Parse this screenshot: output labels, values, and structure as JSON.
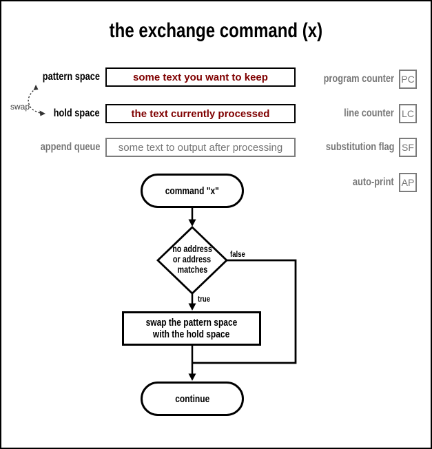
{
  "title": "the exchange command (x)",
  "colors": {
    "accent_red": "#7f0000",
    "gray": "#777777",
    "black": "#000000"
  },
  "registers": {
    "swap_label": "swap",
    "left": [
      {
        "label": "pattern space",
        "value": "some text you want to keep"
      },
      {
        "label": "hold space",
        "value": "the text currently processed"
      },
      {
        "label": "append queue",
        "value": "some text to output after processing"
      }
    ],
    "right": [
      {
        "label": "program counter",
        "abbr": "PC"
      },
      {
        "label": "line counter",
        "abbr": "LC"
      },
      {
        "label": "substitution flag",
        "abbr": "SF"
      },
      {
        "label": "auto-print",
        "abbr": "AP"
      }
    ]
  },
  "flowchart": {
    "start": "command \"x\"",
    "decision_lines": [
      "no address",
      "or address",
      "matches"
    ],
    "false_label": "false",
    "true_label": "true",
    "process_lines": [
      "swap the pattern space",
      "with the hold space"
    ],
    "end": "continue"
  }
}
